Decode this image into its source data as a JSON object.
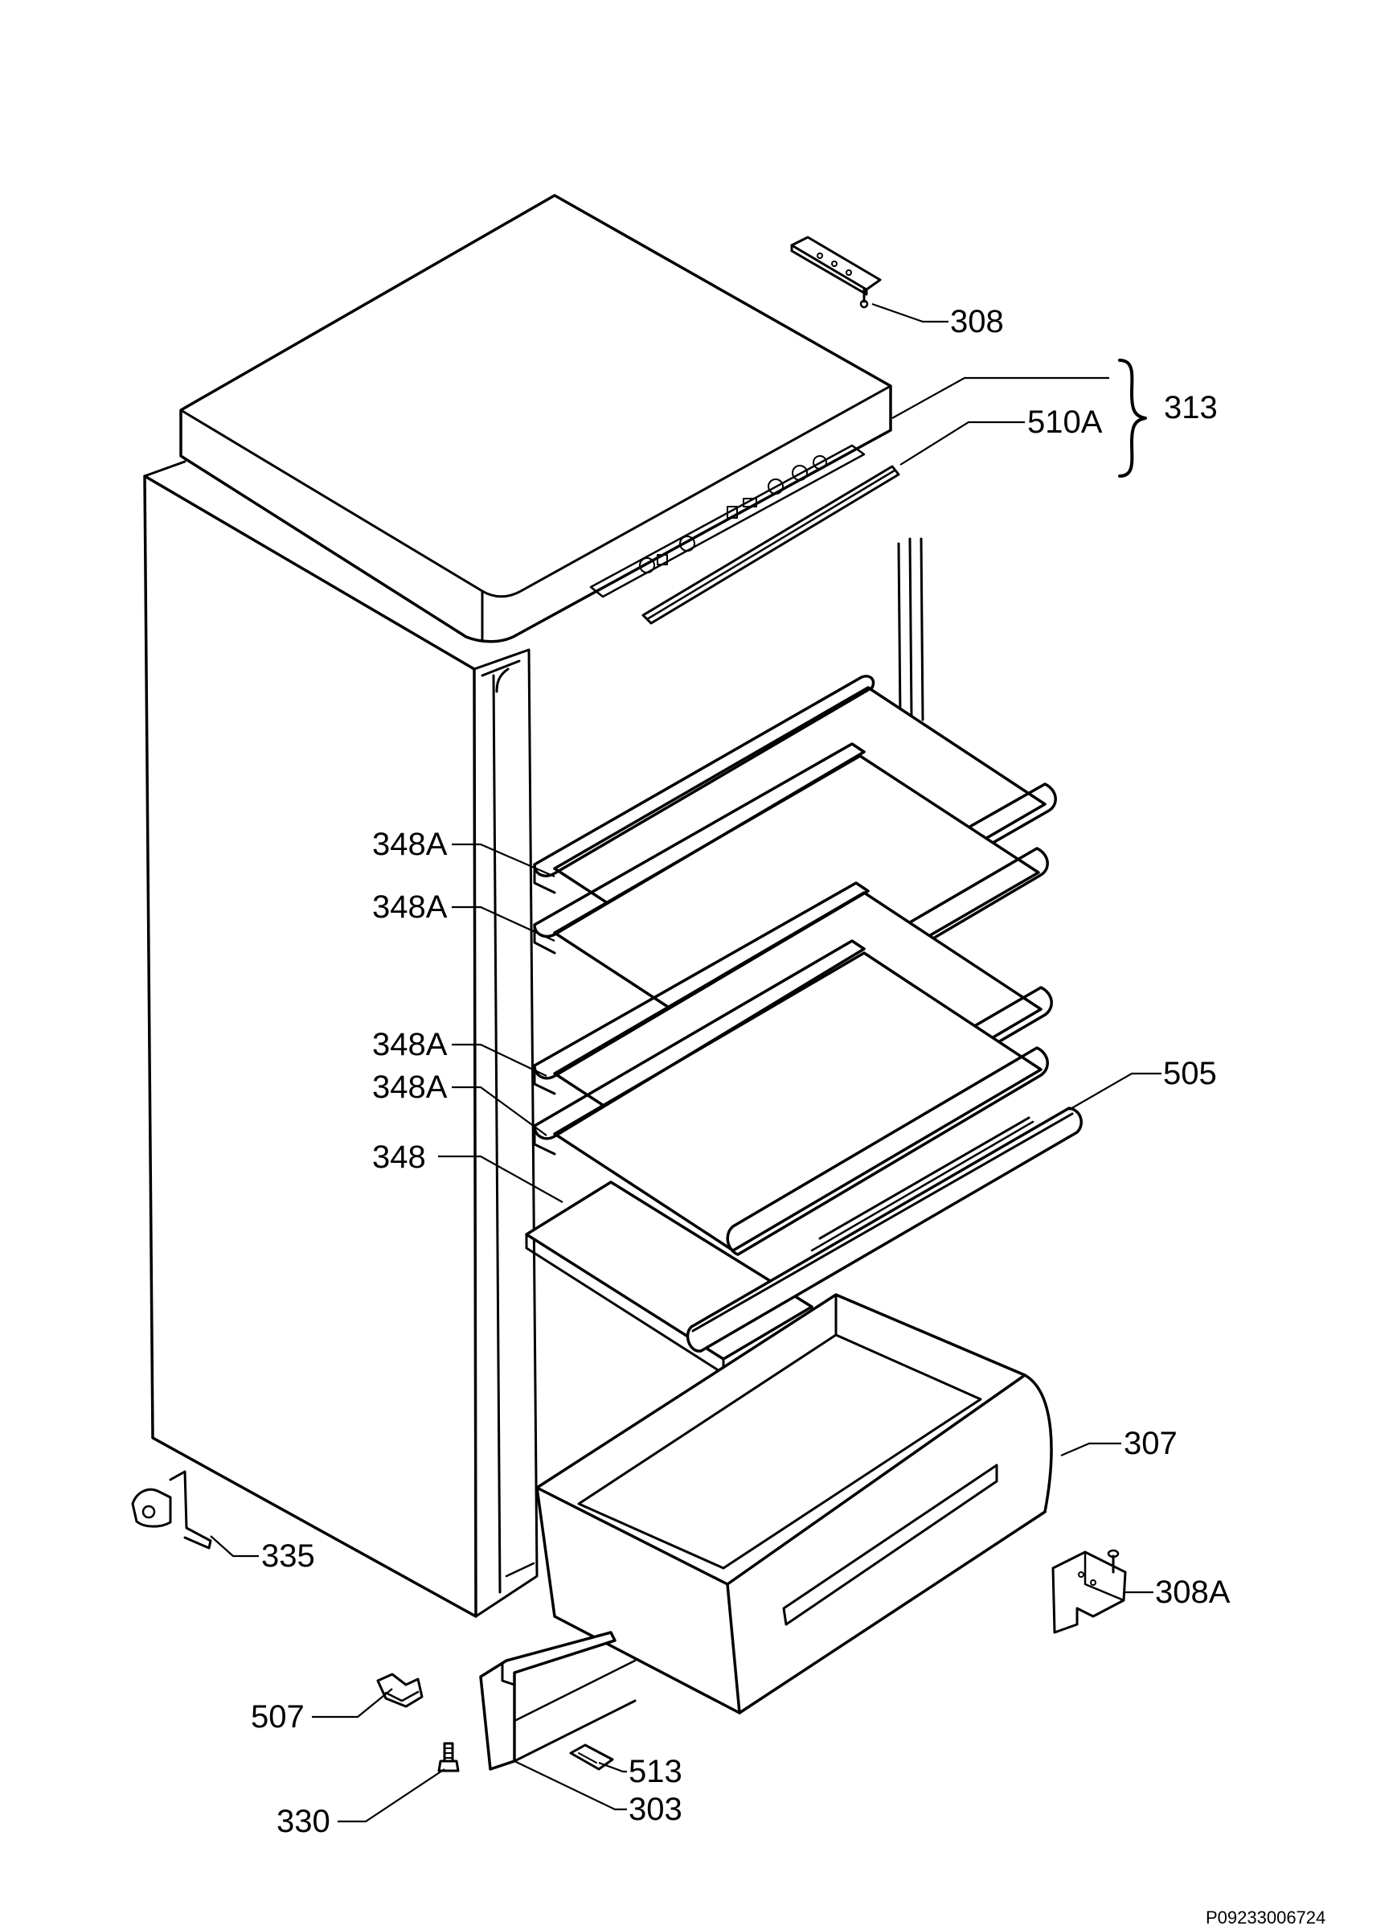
{
  "labels": {
    "l308": "308",
    "l313": "313",
    "l510a": "510A",
    "l348a_1": "348A",
    "l348a_2": "348A",
    "l348a_3": "348A",
    "l348a_4": "348A",
    "l348": "348",
    "l505": "505",
    "l307": "307",
    "l335": "335",
    "l308a": "308A",
    "l507": "507",
    "l513": "513",
    "l330": "330",
    "l303": "303"
  },
  "drawing_code": "P09233006724"
}
